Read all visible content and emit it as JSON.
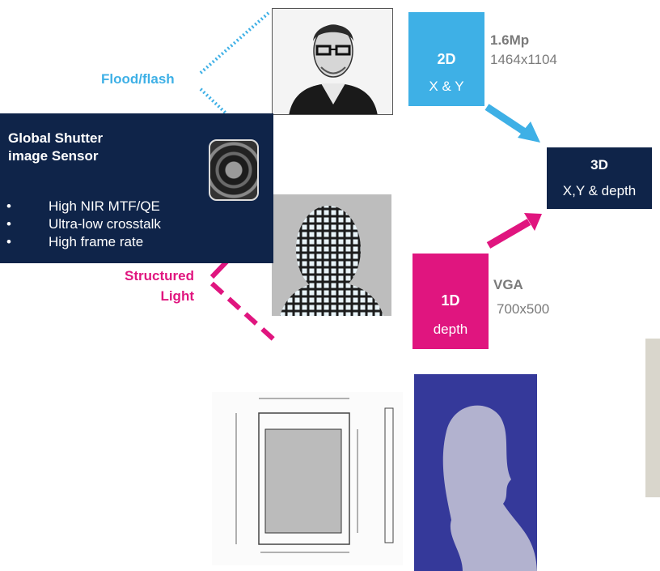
{
  "sensor": {
    "title": "Global Shutter image Sensor",
    "bullets": [
      "High NIR MTF/QE",
      "Ultra-low crosstalk",
      "High frame rate"
    ],
    "bullet_symbol": "•",
    "bg_color": "#0f2449"
  },
  "labels": {
    "flood": "Flood/flash",
    "structured_line1": "Structured",
    "structured_line2": "Light"
  },
  "box_2d": {
    "title": "2D",
    "subtitle": "X & Y",
    "color": "#3eb0e6"
  },
  "res_2d": {
    "label": "1.6Mp",
    "value": "1464x1104"
  },
  "box_1d": {
    "title": "1D",
    "subtitle": "depth",
    "color": "#e0157f"
  },
  "res_1d": {
    "label": "VGA",
    "value": "700x500"
  },
  "box_3d": {
    "title": "3D",
    "subtitle": "X,Y & depth",
    "color": "#0f2449"
  },
  "images": {
    "face": "portrait-photo",
    "structured": "structured-light-face-photo",
    "drawing": "sensor-mechanical-drawing",
    "cloud": "depth-point-cloud",
    "lens": "camera-lens-module"
  }
}
